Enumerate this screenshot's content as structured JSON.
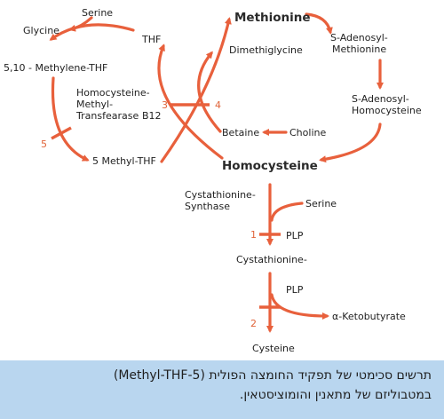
{
  "diagram": {
    "nodes": {
      "serine_top": "Serine",
      "glycine": "Glycine",
      "thf": "THF",
      "methylene_thf": "5,10 - Methylene-THF",
      "enzyme_homocysteine_methyltransferase": [
        "Homocysteine-",
        "Methyl-",
        "Transfearase"
      ],
      "b12": "B12",
      "methyl_thf": "5 Methyl-THF",
      "methionine": "Methionine",
      "s_adenosyl_methionine": [
        "S-Adenosyl-",
        "Methionine"
      ],
      "dimethylglycine": "Dimethiglycine",
      "s_adenosyl_homocysteine": [
        "S-Adenosyl-",
        "Homocysteine"
      ],
      "betaine": "Betaine",
      "choline": "Choline",
      "homocysteine": "Homocysteine",
      "cystathionine_synthase": [
        "Cystathionine-",
        "Synthase"
      ],
      "serine_bottom": "Serine",
      "plp_1": "PLP",
      "cystathionine": "Cystathionine-",
      "plp_2": "PLP",
      "ketobutyrate": "α-Ketobutyrate",
      "cysteine": "Cysteine"
    },
    "markers": {
      "m1": "1",
      "m2": "2",
      "m3": "3",
      "m4": "4",
      "m5": "5"
    },
    "colors": {
      "arrow": "#e8603c",
      "caption_bg": "#b9d6ef"
    }
  },
  "caption": {
    "line1": "תרשים סכימטי של תפקיד החומצה הפולית (5-Methyl-THF)",
    "line2": "במטבוליזם של מתאנין והומוציסטאין."
  }
}
